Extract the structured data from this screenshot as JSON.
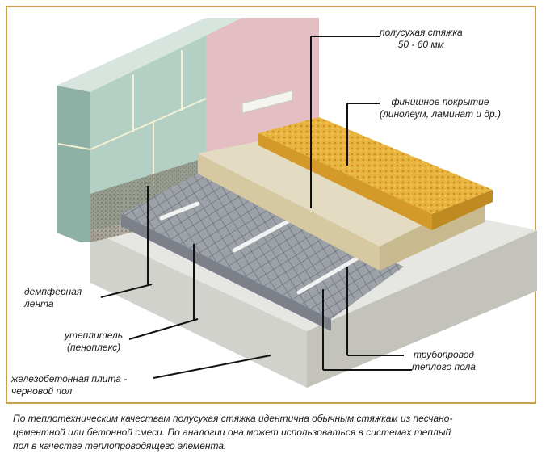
{
  "labels": {
    "screed": {
      "line1": "полусухая стяжка",
      "line2": "50 - 60 мм"
    },
    "finish": {
      "line1": "финишное покрытие",
      "line2": "(линолеум, ламинат и др.)"
    },
    "damper": {
      "line1": "демпферная",
      "line2": "лента"
    },
    "insulation": {
      "line1": "утеплитель",
      "line2": "(пеноплекс)"
    },
    "slab": {
      "line1": "железобетонная плита -",
      "line2": "черновой пол"
    },
    "pipe": {
      "line1": "трубопровод",
      "line2": "теплого пола"
    }
  },
  "caption": {
    "line1": "По теплотехническим качествам полусухая стяжка идентична обычным стяжкам из песчано-",
    "line2": "цементной или бетонной смеси. По аналогии она может использоваться в системах теплый",
    "line3": "пол в качестве теплопроводящего элемента."
  },
  "colors": {
    "frame": "#c9a050",
    "wall": "#b4cfc4",
    "plaster": "#e3bfc4",
    "finish": "#e8b43e",
    "screed": "#e4dcc2",
    "slab": "#e6e6e2",
    "insulation": "#9da1a8"
  }
}
